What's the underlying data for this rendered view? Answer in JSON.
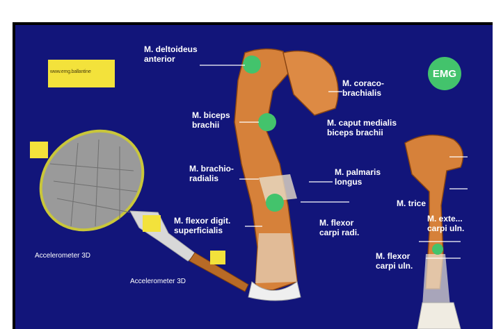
{
  "labels": {
    "deltoideus": [
      "M. deltoideus",
      "anterior"
    ],
    "coraco": [
      "M. coraco-",
      "brachialis"
    ],
    "biceps": [
      "M. biceps",
      "brachii"
    ],
    "caput": [
      "M. caput medialis",
      "biceps brachii"
    ],
    "brachio": [
      "M. brachio-",
      "radialis"
    ],
    "palmaris": [
      "M. palmaris",
      "longus"
    ],
    "flexor_digit": [
      "M. flexor digit.",
      "superficialis"
    ],
    "flexor_carpi_rad": [
      "M. flexor",
      "carpi radi."
    ],
    "triceps": "M. trice",
    "flexor_ulnar_right": [
      "M. flexor",
      "carpi uln."
    ],
    "extensor_right": [
      "M. exte...",
      "carpi uln."
    ],
    "accel_3d_left": "Accelerometer 3D",
    "accel_3d_bottom": "Accelerometer 3D"
  },
  "badge": "EMG",
  "yellow_box_text": "www.emg.ballantine"
}
